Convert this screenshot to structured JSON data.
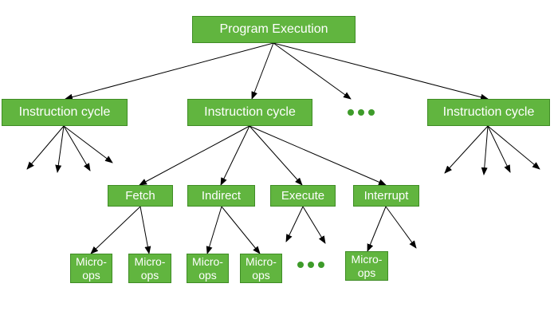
{
  "diagram": {
    "colors": {
      "node_fill": "#61b53f",
      "node_border": "#3f8c25",
      "text": "#ffffff",
      "dots": "#3e9b2a",
      "edges": "#000000"
    },
    "root": {
      "label": "Program Execution"
    },
    "cycles": [
      {
        "label": "Instruction cycle"
      },
      {
        "label": "Instruction cycle"
      },
      {
        "label": "Instruction cycle"
      }
    ],
    "phases": [
      {
        "label": "Fetch"
      },
      {
        "label": "Indirect"
      },
      {
        "label": "Execute"
      },
      {
        "label": "Interrupt"
      }
    ],
    "micro_ops": [
      {
        "line1": "Micro-",
        "line2": "ops"
      },
      {
        "line1": "Micro-",
        "line2": "ops"
      },
      {
        "line1": "Micro-",
        "line2": "ops"
      },
      {
        "line1": "Micro-",
        "line2": "ops"
      },
      {
        "line1": "Micro-",
        "line2": "ops"
      }
    ],
    "ellipsis_icon": "ellipsis-dots-icon"
  }
}
